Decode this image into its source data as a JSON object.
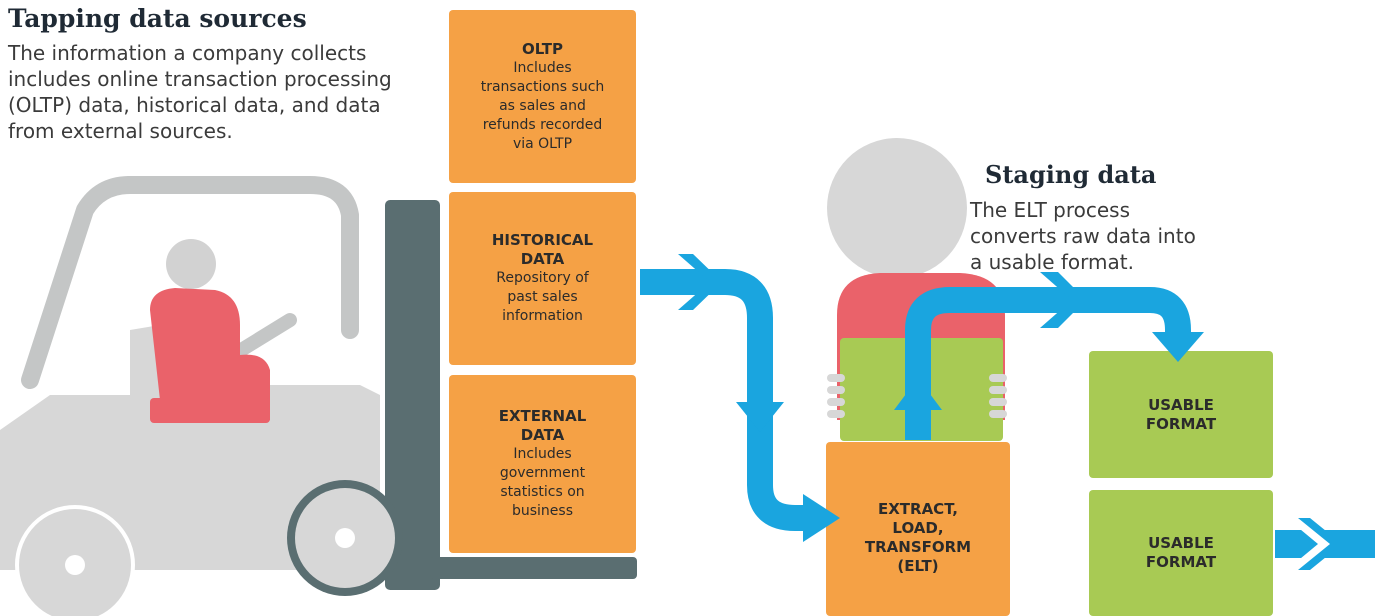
{
  "sources": {
    "title": "Tapping data sources",
    "description": "The information a company collects includes online transaction processing (OLTP) data, historical data, and data from external sources."
  },
  "staging": {
    "title": "Staging data",
    "description": "The ELT process converts raw data into a usable format."
  },
  "boxes": {
    "oltp": {
      "title": "OLTP",
      "body": "Includes transactions such as sales and refunds recorded via OLTP"
    },
    "historical": {
      "title": "HISTORICAL DATA",
      "body": "Repository of past sales information"
    },
    "external": {
      "title": "EXTERNAL DATA",
      "body": "Includes government statistics on business"
    },
    "elt": {
      "title": "EXTRACT, LOAD, TRANSFORM (ELT)"
    },
    "usable1": {
      "title": "USABLE FORMAT"
    },
    "usable2": {
      "title": "USABLE FORMAT"
    }
  },
  "colors": {
    "orange": "#f5a145",
    "green": "#a8ca54",
    "blue": "#1aa5df",
    "gray": "#d7d7d7",
    "dark_gray": "#5a6e71",
    "red": "#ea626a"
  }
}
